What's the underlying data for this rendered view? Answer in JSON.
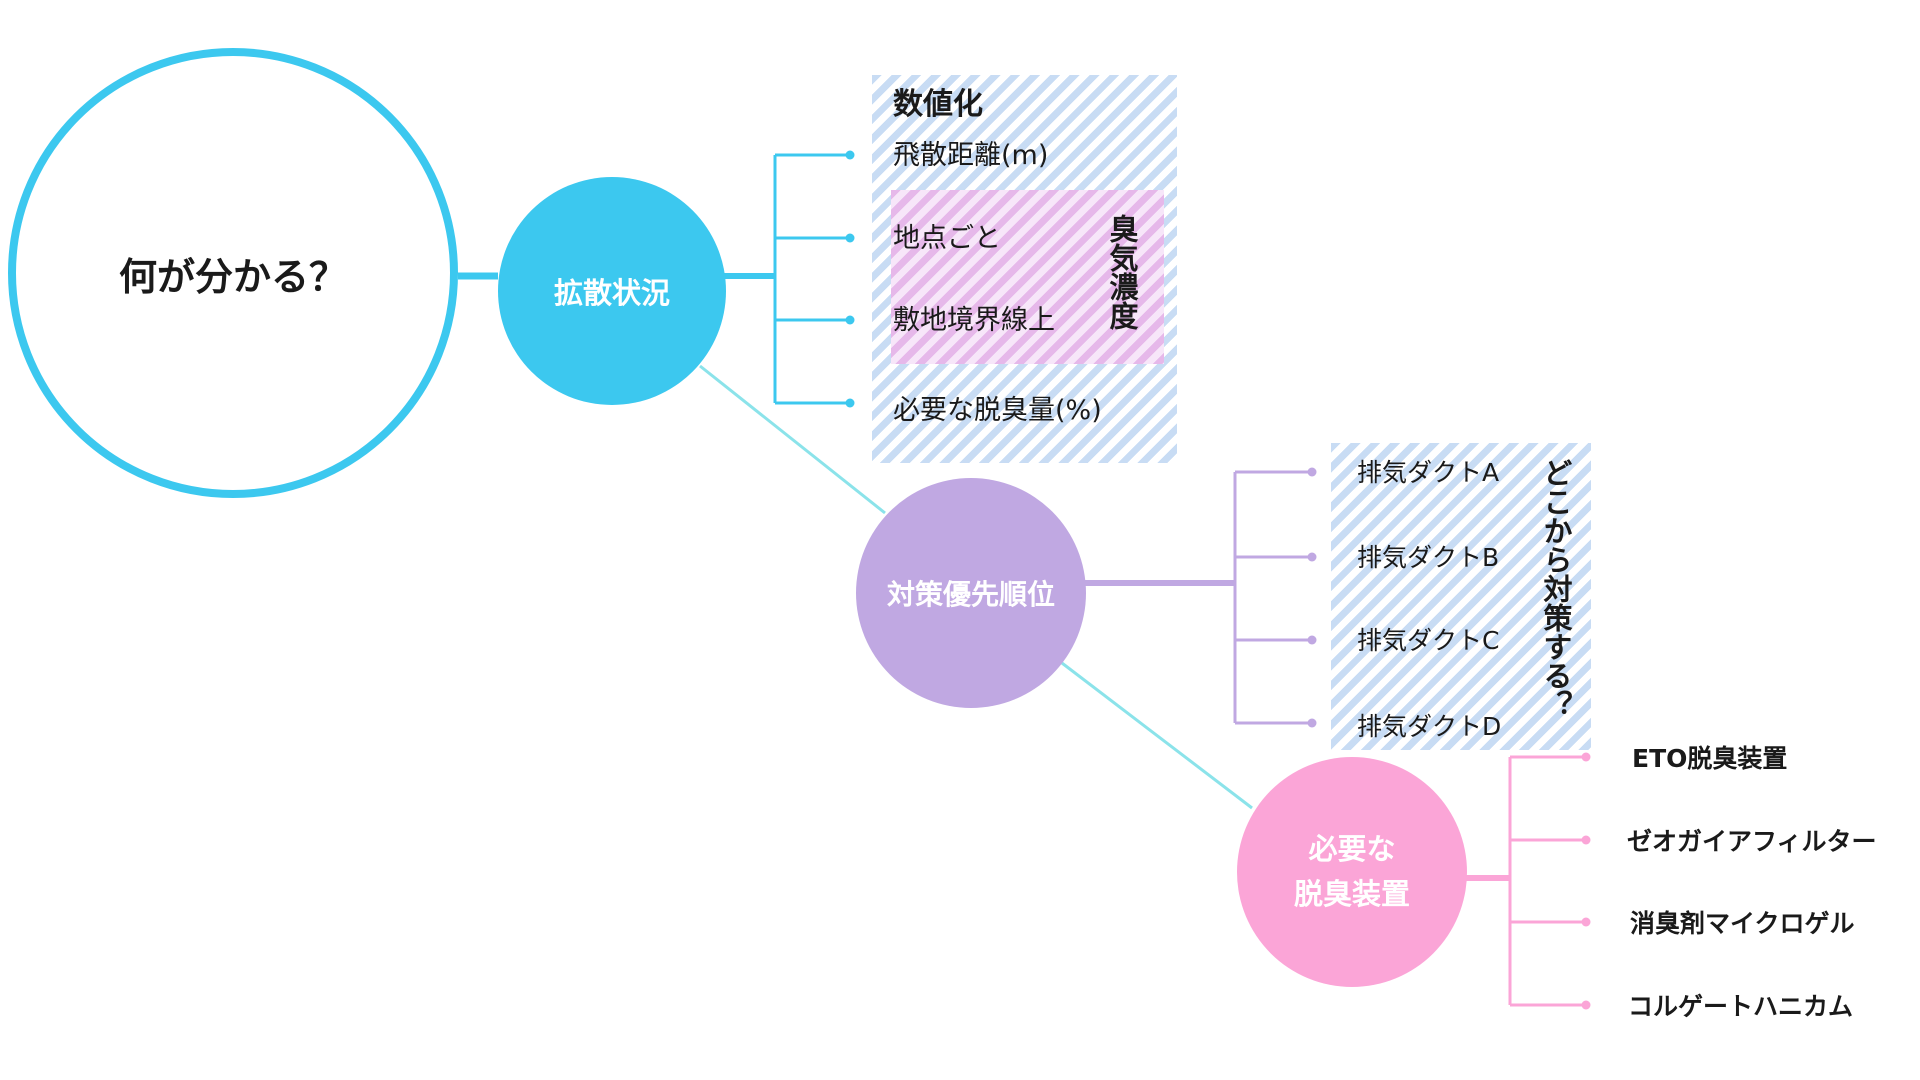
{
  "colors": {
    "blue": "#3cc8ef",
    "purple": "#c0a8e2",
    "pink": "#fba5d7",
    "connector": "#8be3ea"
  },
  "center": {
    "label": "何が分かる？"
  },
  "nodes": [
    {
      "label": "拡散状況"
    },
    {
      "label": "対策優先順位"
    },
    {
      "label_line1": "必要な",
      "label_line2": "脱臭装置"
    }
  ],
  "branch1": {
    "header": "数値化",
    "items": [
      "飛散距離(m)",
      "地点ごと",
      "敷地境界線上",
      "必要な脱臭量(%)"
    ],
    "group_label": "臭気濃度"
  },
  "branch2": {
    "items": [
      "排気ダクトA",
      "排気ダクトB",
      "排気ダクトC",
      "排気ダクトD"
    ],
    "side_label": "どこから対策する？"
  },
  "branch3": {
    "items": [
      "ETO脱臭装置",
      "ゼオガイアフィルター",
      "消臭剤マイクロゲル",
      "コルゲートハニカム"
    ]
  }
}
